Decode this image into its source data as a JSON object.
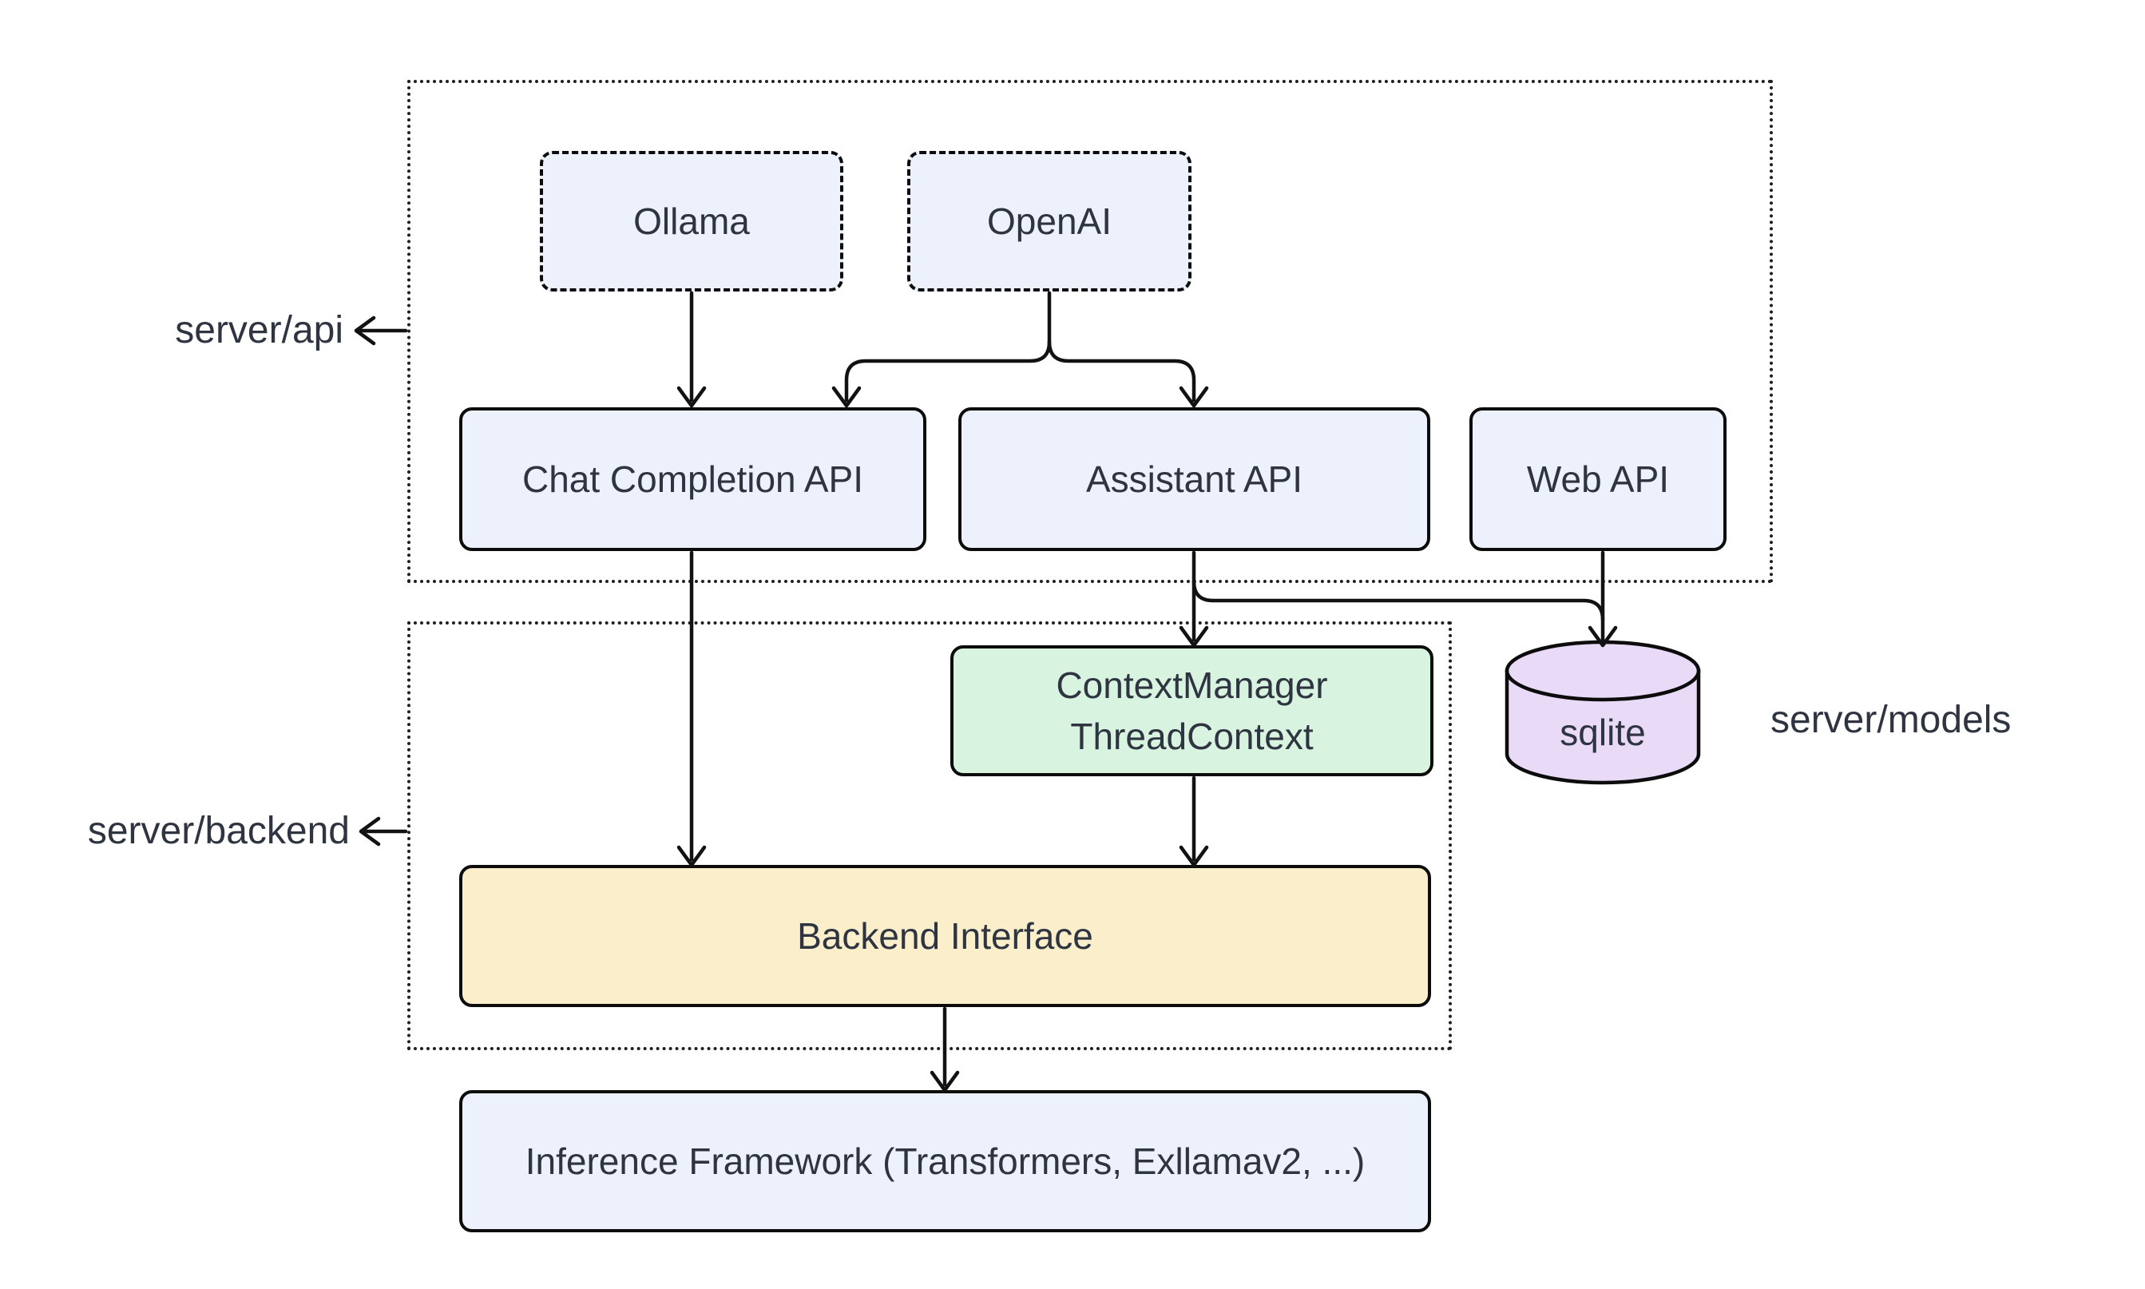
{
  "labels": {
    "server_api": "server/api",
    "server_backend": "server/backend",
    "server_models": "server/models"
  },
  "nodes": {
    "ollama": {
      "label": "Ollama"
    },
    "openai": {
      "label": "OpenAI"
    },
    "chat_completion_api": {
      "label": "Chat Completion API"
    },
    "assistant_api": {
      "label": "Assistant API"
    },
    "web_api": {
      "label": "Web API"
    },
    "context_manager": {
      "label_line1": "ContextManager",
      "label_line2": "ThreadContext"
    },
    "sqlite": {
      "label": "sqlite"
    },
    "backend_interface": {
      "label": "Backend Interface"
    },
    "inference_framework": {
      "label": "Inference Framework (Transformers, Exllamav2, ...)"
    }
  },
  "edges": [
    {
      "from": "Ollama",
      "to": "Chat Completion API"
    },
    {
      "from": "OpenAI",
      "to": "Chat Completion API"
    },
    {
      "from": "OpenAI",
      "to": "Assistant API"
    },
    {
      "from": "Chat Completion API",
      "to": "Backend Interface"
    },
    {
      "from": "Assistant API",
      "to": "ContextManager ThreadContext"
    },
    {
      "from": "Assistant API",
      "to": "sqlite"
    },
    {
      "from": "Web API",
      "to": "sqlite"
    },
    {
      "from": "ContextManager ThreadContext",
      "to": "Backend Interface"
    },
    {
      "from": "Backend Interface",
      "to": "Inference Framework (Transformers, Exllamav2, ...)"
    }
  ],
  "colors": {
    "background": "#ffffff",
    "node_blue": "#ecf1fb",
    "node_green": "#d8f3df",
    "node_yellow": "#faeecb",
    "node_purple": "#e9dbf7",
    "stroke": "#121212",
    "text": "#2e3440"
  }
}
